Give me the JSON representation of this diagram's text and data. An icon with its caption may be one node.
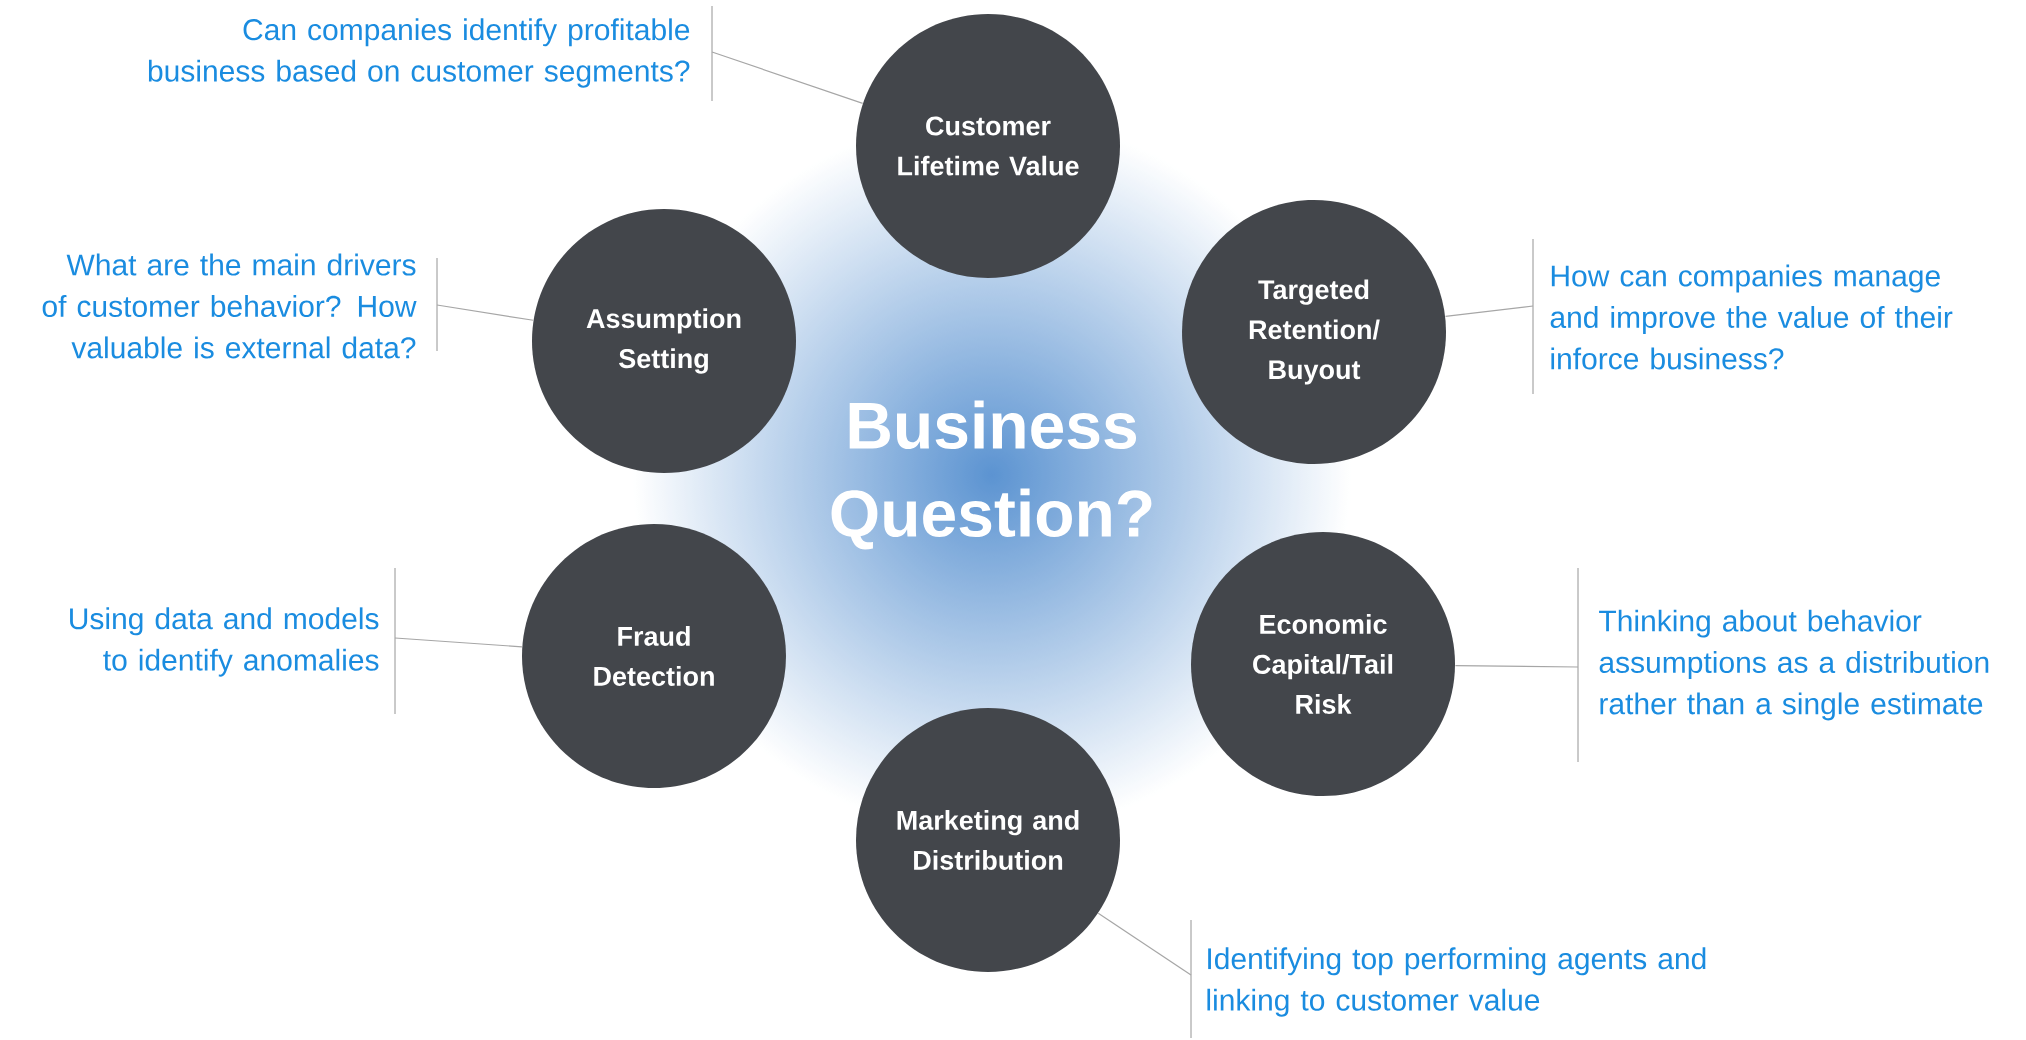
{
  "diagram": {
    "nodes": [
      {
        "text": [
          "Business Question?"
        ]
      },
      {
        "text": [
          "Customer Lifetime Value"
        ]
      },
      {
        "text": [
          "Targeted Retention/ Buyout"
        ]
      },
      {
        "text": [
          "Economic Capital/Tail Risk"
        ]
      },
      {
        "text": [
          "Marketing and Distribution"
        ]
      },
      {
        "text": [
          "Fraud Detection"
        ]
      },
      {
        "text": [
          "Assumption Setting"
        ]
      },
      {
        "text": [
          "Can companies identify profitable business based on customer segments?"
        ]
      },
      {
        "text": [
          "How can companies manage and improve the value of their inforce business?"
        ]
      },
      {
        "text": [
          "Thinking about behavior assumptions as a distribution rather than a single estimate"
        ]
      },
      {
        "text": [
          "Identifying top performing agents and linking to customer value"
        ]
      },
      {
        "text": [
          "Using data and models to identify anomalies"
        ]
      },
      {
        "text": [
          "What are the main drivers of customer behavior? How valuable is external data?"
        ]
      }
    ],
    "edges": [
      {
        "from": 7,
        "to": 1,
        "arrow": "none"
      },
      {
        "from": 8,
        "to": 2,
        "arrow": "none"
      },
      {
        "from": 9,
        "to": 3,
        "arrow": "none"
      },
      {
        "from": 10,
        "to": 4,
        "arrow": "none"
      },
      {
        "from": 11,
        "to": 5,
        "arrow": "none"
      },
      {
        "from": 12,
        "to": 6,
        "arrow": "none"
      }
    ]
  }
}
